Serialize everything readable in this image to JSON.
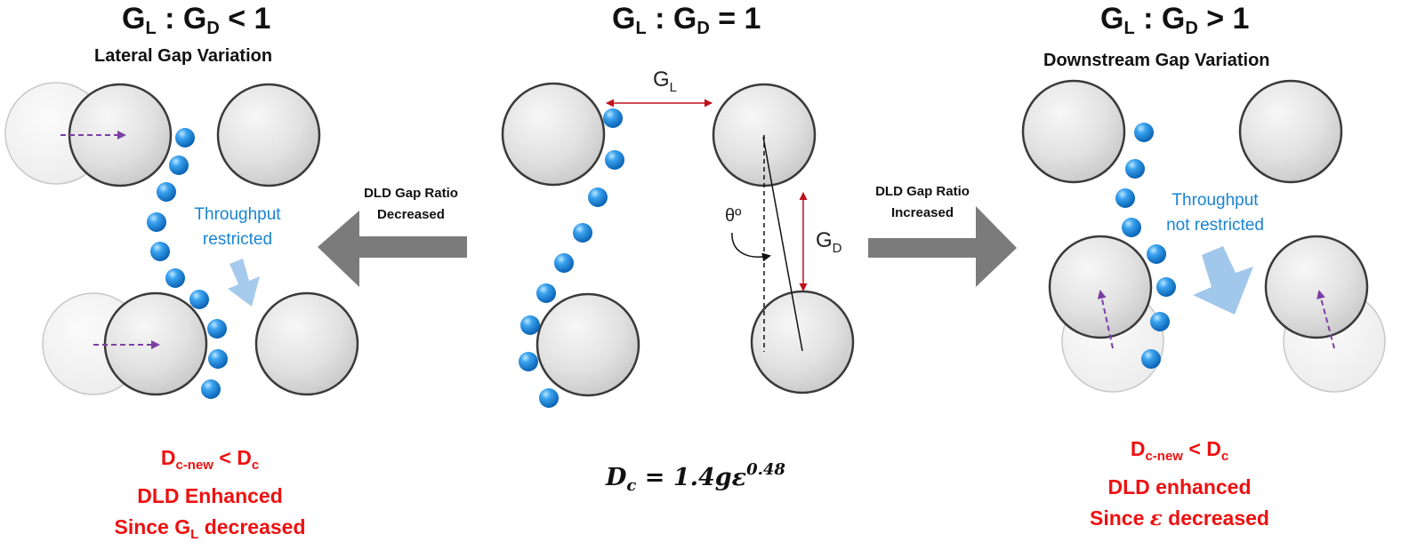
{
  "left": {
    "title": {
      "g": "G",
      "l": "L",
      "colon": " : G",
      "d": "D",
      "rel": " < 1"
    },
    "subtitle": "Lateral Gap Variation",
    "note": [
      "Throughput",
      "restricted"
    ],
    "result": {
      "dc": "D",
      "dc_sub": "c-new",
      "lt": " < D",
      "c": "c",
      "line2": "DLD Enhanced",
      "line3_a": "Since G",
      "line3_sub": "L",
      "line3_b": " decreased"
    }
  },
  "center": {
    "title": {
      "g": "G",
      "l": "L",
      "colon": " : G",
      "d": "D",
      "rel": " = 1"
    },
    "gl_label": {
      "g": "G",
      "sub": "L"
    },
    "gd_label": {
      "g": "G",
      "sub": "D"
    },
    "theta": "θº",
    "formula": {
      "d": "D",
      "c": "c",
      "eq": " = 1.4gε",
      "exp": "0.48"
    }
  },
  "right": {
    "title": {
      "g": "G",
      "l": "L",
      "colon": " : G",
      "d": "D",
      "rel": " > 1"
    },
    "subtitle": "Downstream Gap Variation",
    "note": [
      "Throughput",
      "not restricted"
    ],
    "result": {
      "dc": "D",
      "dc_sub": "c-new",
      "lt": " < D",
      "c": "c",
      "line2": "DLD enhanced",
      "line3_a": "Since ",
      "line3_eps": "ε",
      "line3_b": " decreased"
    }
  },
  "arrows": {
    "left": [
      "DLD Gap Ratio",
      "Decreased"
    ],
    "right": [
      "DLD Gap Ratio",
      "Increased"
    ]
  },
  "colors": {
    "particle": "#1e8fe6",
    "red": "#ee1111",
    "blue_text": "#1a84d2",
    "gray_arrow": "#7b7b7b",
    "light_arrow": "#9cc4ea",
    "purple": "#7b3fa3",
    "dimension": "#c0101a"
  }
}
